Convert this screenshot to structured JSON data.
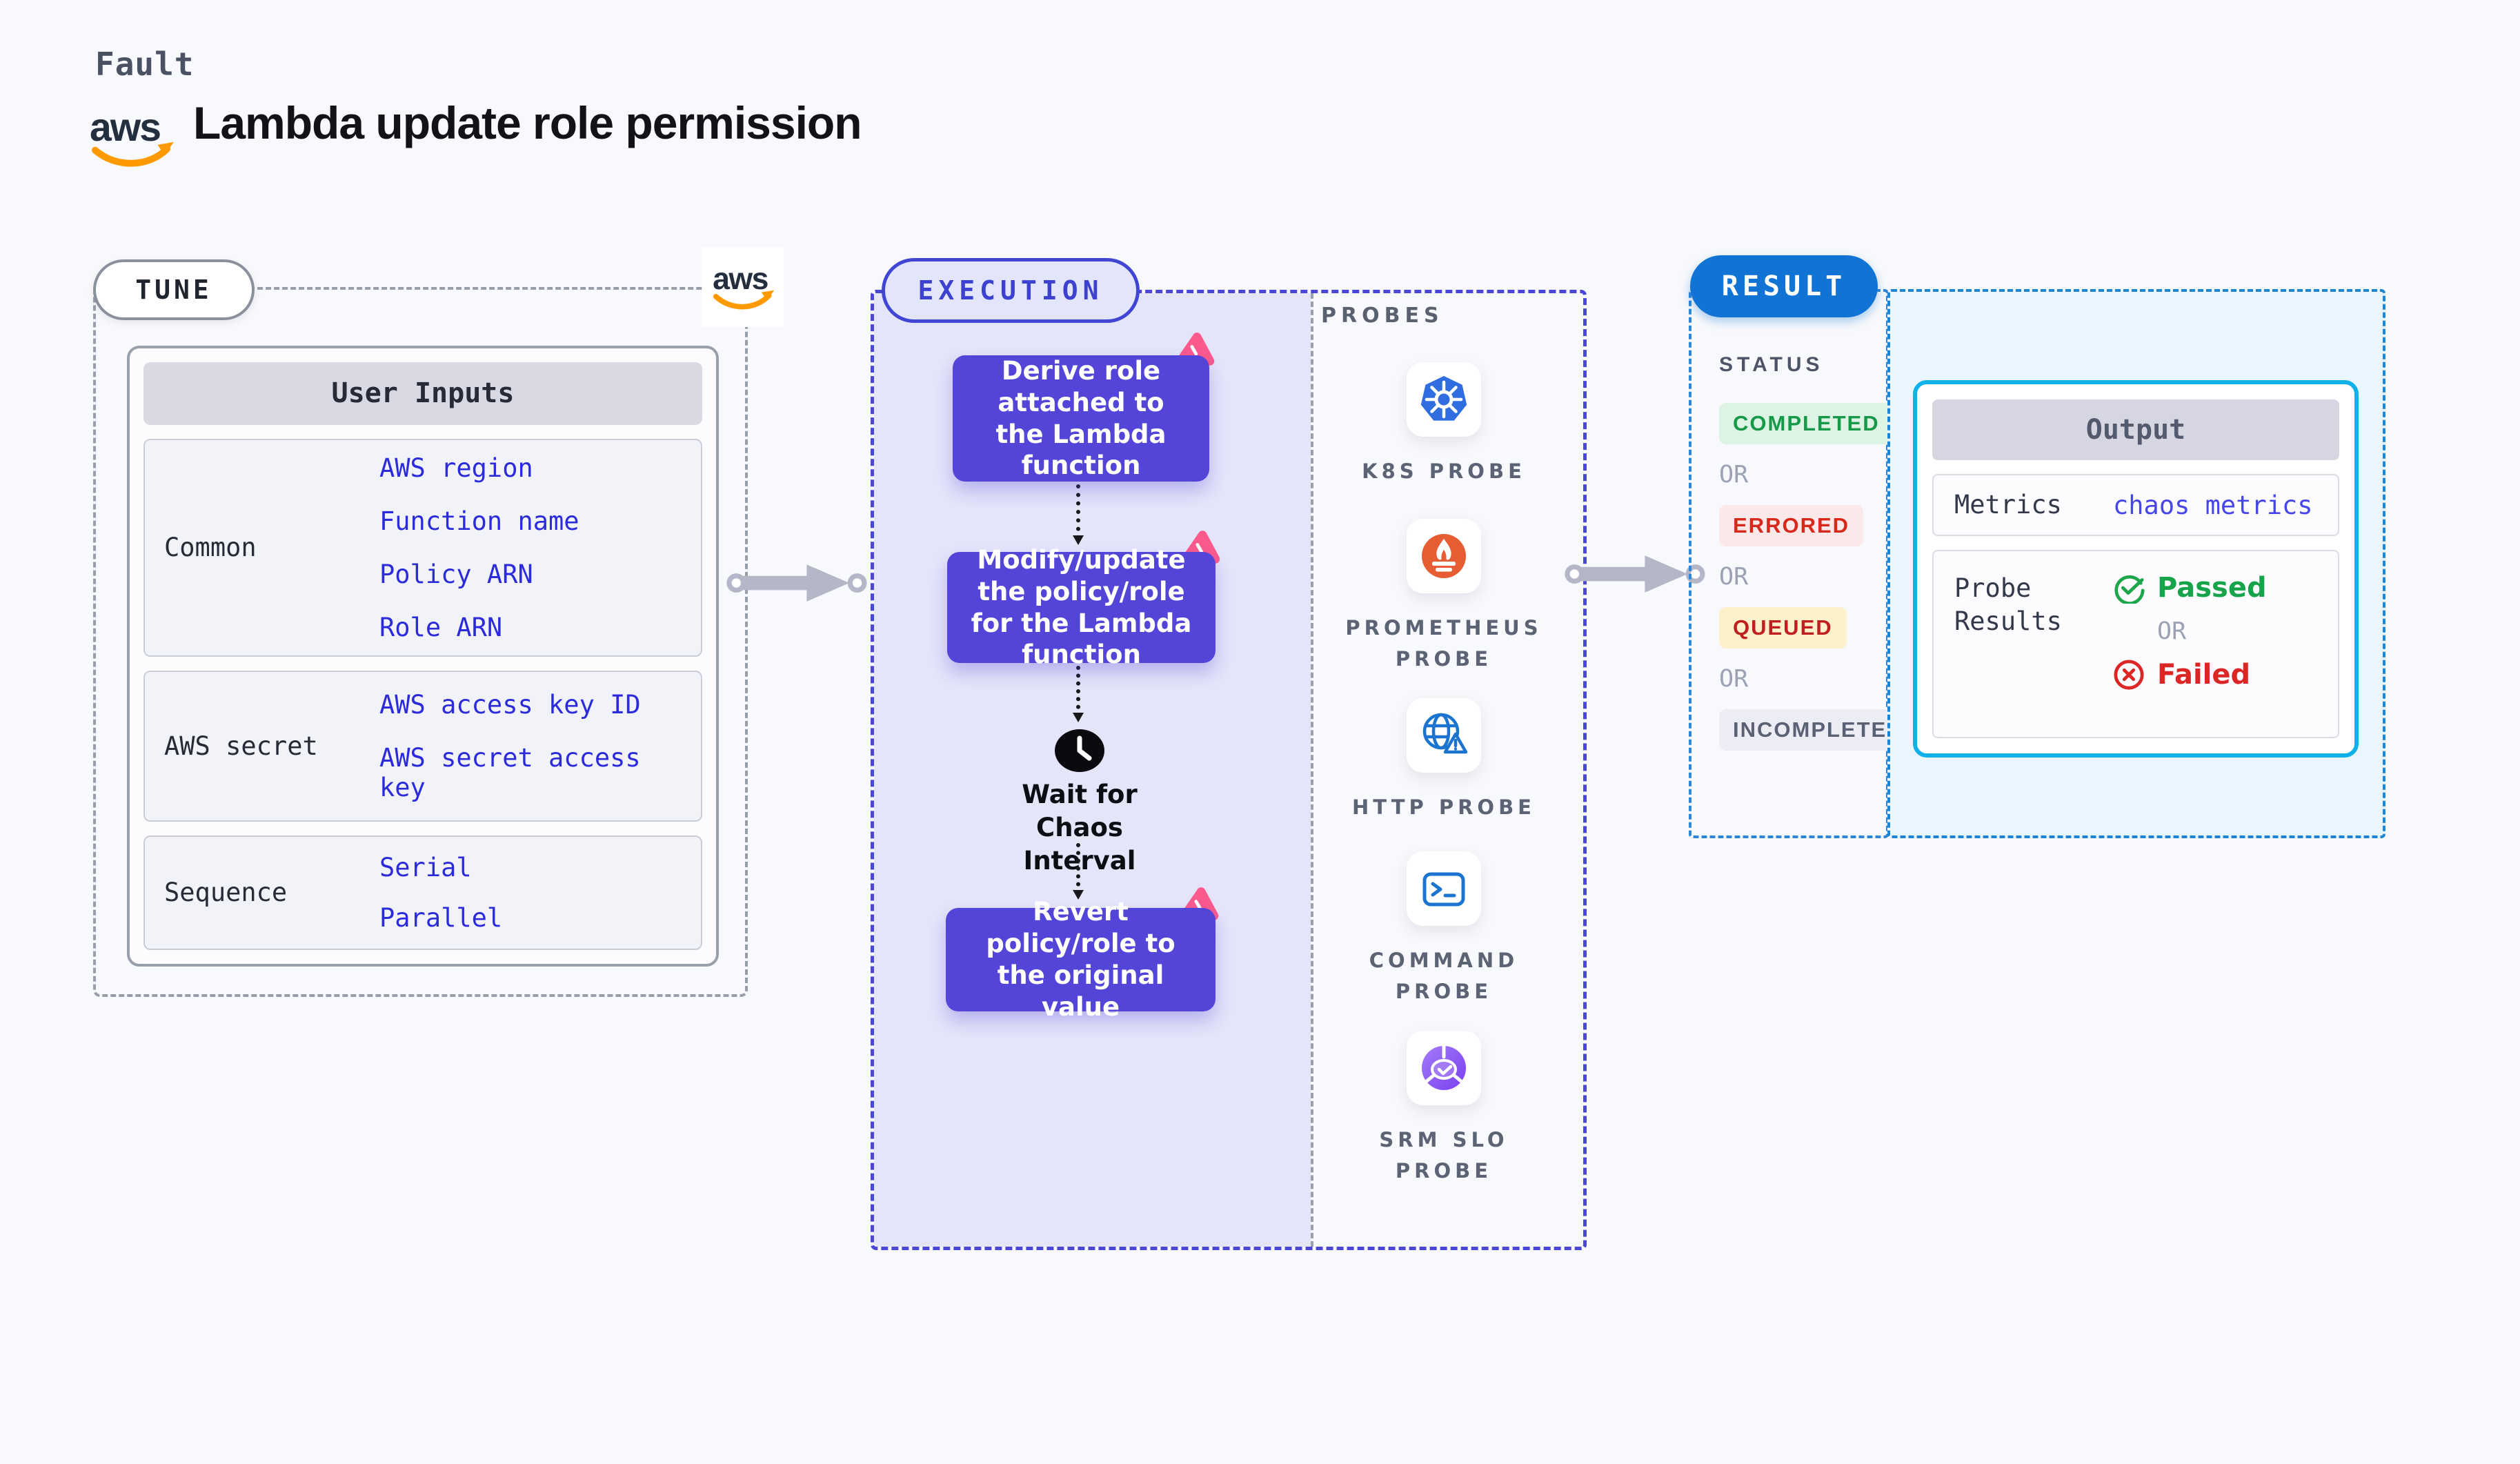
{
  "brand": {
    "aws_logo_text": "aws"
  },
  "header": {
    "kicker": "Fault",
    "title": "Lambda update role permission"
  },
  "tune": {
    "pill": "TUNE",
    "table": {
      "header": "User Inputs",
      "rows": [
        {
          "label": "Common",
          "values": [
            "AWS region",
            "Function name",
            "Policy ARN",
            "Role ARN"
          ]
        },
        {
          "label": "AWS secret",
          "values": [
            "AWS access key ID",
            "AWS secret access key"
          ]
        },
        {
          "label": "Sequence",
          "values": [
            "Serial",
            "Parallel"
          ]
        }
      ]
    }
  },
  "execution": {
    "pill": "EXECUTION",
    "steps": [
      "Derive role attached to the Lambda function",
      "Modify/update the policy/role for the Lambda function",
      "Revert policy/role to the original value"
    ],
    "wait_label": "Wait for Chaos Interval"
  },
  "probes": {
    "label": "PROBES",
    "items": [
      {
        "name": "K8S PROBE",
        "icon": "kubernetes-icon"
      },
      {
        "name": "PROMETHEUS PROBE",
        "icon": "prometheus-icon"
      },
      {
        "name": "HTTP PROBE",
        "icon": "globe-alert-icon"
      },
      {
        "name": "COMMAND PROBE",
        "icon": "terminal-icon"
      },
      {
        "name": "SRM SLO PROBE",
        "icon": "slo-gauge-icon"
      }
    ]
  },
  "result": {
    "pill": "RESULT",
    "status_label": "STATUS",
    "or_label": "OR",
    "statuses": [
      "COMPLETED",
      "ERRORED",
      "QUEUED",
      "INCOMPLETED"
    ],
    "output": {
      "header": "Output",
      "metrics_label": "Metrics",
      "metrics_value": "chaos metrics",
      "probe_results_label": "Probe Results",
      "passed_label": "Passed",
      "failed_label": "Failed"
    }
  },
  "colors": {
    "page_bg": "#f8f9fc",
    "execution_fill": "#e5e5fa",
    "step_box": "#5345d8",
    "execution_border": "#4a46d6",
    "tune_border": "#989ea9",
    "result_pill": "#1173d4",
    "result_border": "#1d85d6",
    "result_fill": "#e9f6fd",
    "output_border": "#10b1e8",
    "value_blue": "#2b2bdb",
    "link_indigo": "#4646e8",
    "completed_green": "#17994a",
    "errored_red": "#d7281c",
    "queued_amber_bg": "#fdf1cb",
    "passed_green": "#17a349",
    "failed_red": "#dc2626",
    "aws_orange": "#ff9900",
    "chaos_pink": "#fb5a8d"
  }
}
